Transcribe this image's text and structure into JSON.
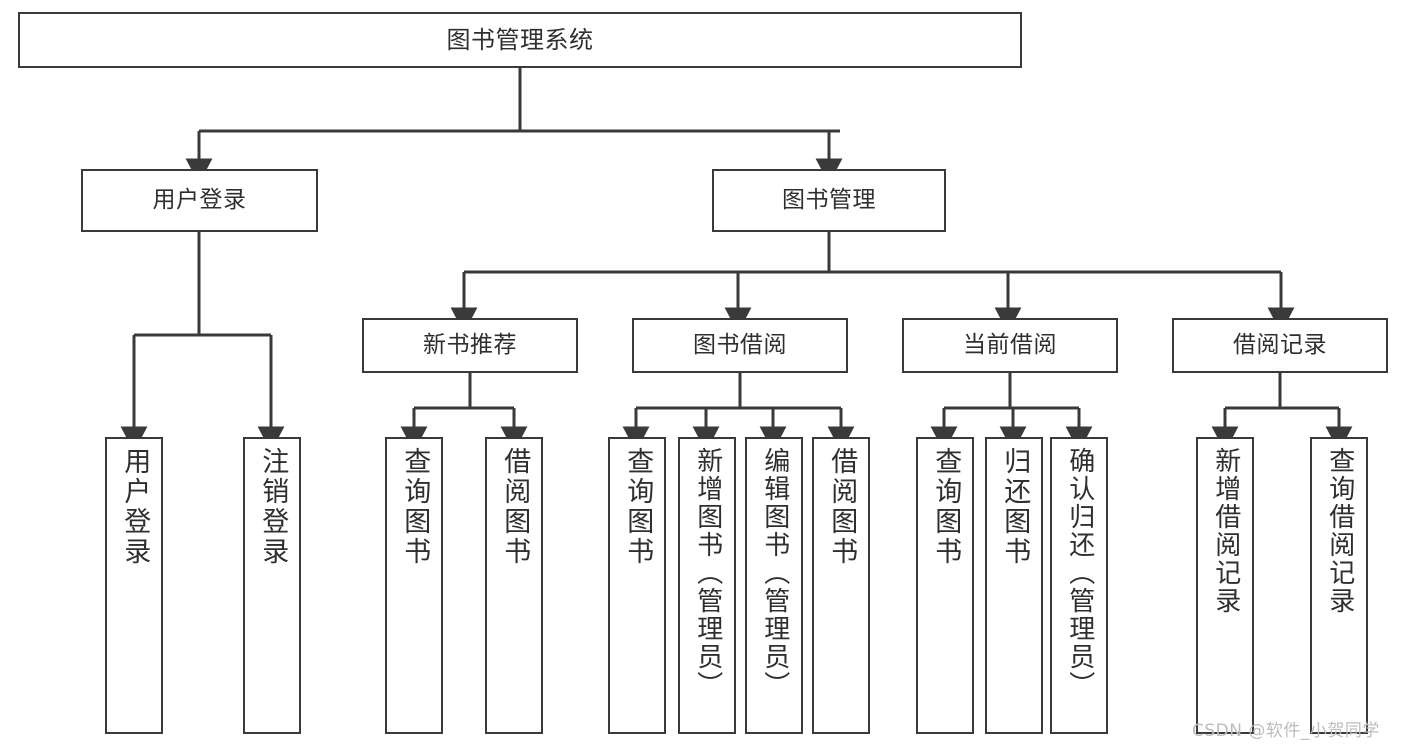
{
  "diagram": {
    "title": "图书管理系统",
    "watermark": "CSDN @软件_小贺同学",
    "style": {
      "stroke": "#3a3a3a",
      "fill": "#ffffff",
      "text": "#2f2f2f",
      "watermark_color": "#bdbdbd"
    },
    "root": {
      "label": "图书管理系统"
    },
    "level2": [
      {
        "label": "用户登录"
      },
      {
        "label": "图书管理"
      }
    ],
    "level3": [
      {
        "label": "新书推荐"
      },
      {
        "label": "图书借阅"
      },
      {
        "label": "当前借阅"
      },
      {
        "label": "借阅记录"
      }
    ],
    "leaves": {
      "user_login": [
        {
          "label": "用户登录"
        },
        {
          "label": "注销登录"
        }
      ],
      "new_book": [
        {
          "label": "查询图书"
        },
        {
          "label": "借阅图书"
        }
      ],
      "book_borrow": [
        {
          "label": "查询图书"
        },
        {
          "label": "新增图书（管理员）"
        },
        {
          "label": "编辑图书（管理员）"
        },
        {
          "label": "借阅图书"
        }
      ],
      "current_borrow": [
        {
          "label": "查询图书"
        },
        {
          "label": "归还图书"
        },
        {
          "label": "确认归还（管理员）"
        }
      ],
      "borrow_record": [
        {
          "label": "新增借阅记录"
        },
        {
          "label": "查询借阅记录"
        }
      ]
    }
  },
  "chart_data": {
    "type": "table",
    "title": "图书管理系统 功能结构图",
    "hierarchy": [
      {
        "level": 1,
        "label": "图书管理系统",
        "children": [
          {
            "level": 2,
            "label": "用户登录",
            "children": [
              {
                "level": 3,
                "label": "用户登录"
              },
              {
                "level": 3,
                "label": "注销登录"
              }
            ]
          },
          {
            "level": 2,
            "label": "图书管理",
            "children": [
              {
                "level": 3,
                "label": "新书推荐",
                "children": [
                  {
                    "level": 4,
                    "label": "查询图书"
                  },
                  {
                    "level": 4,
                    "label": "借阅图书"
                  }
                ]
              },
              {
                "level": 3,
                "label": "图书借阅",
                "children": [
                  {
                    "level": 4,
                    "label": "查询图书"
                  },
                  {
                    "level": 4,
                    "label": "新增图书（管理员）"
                  },
                  {
                    "level": 4,
                    "label": "编辑图书（管理员）"
                  },
                  {
                    "level": 4,
                    "label": "借阅图书"
                  }
                ]
              },
              {
                "level": 3,
                "label": "当前借阅",
                "children": [
                  {
                    "level": 4,
                    "label": "查询图书"
                  },
                  {
                    "level": 4,
                    "label": "归还图书"
                  },
                  {
                    "level": 4,
                    "label": "确认归还（管理员）"
                  }
                ]
              },
              {
                "level": 3,
                "label": "借阅记录",
                "children": [
                  {
                    "level": 4,
                    "label": "新增借阅记录"
                  },
                  {
                    "level": 4,
                    "label": "查询借阅记录"
                  }
                ]
              }
            ]
          }
        ]
      }
    ]
  }
}
